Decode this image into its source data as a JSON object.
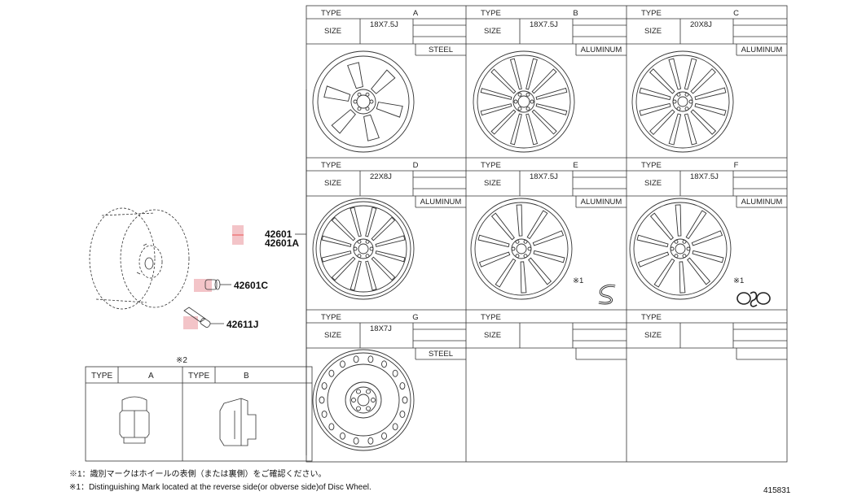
{
  "cells": [
    {
      "type_label": "TYPE",
      "type": "A",
      "size_label": "SIZE",
      "size": "18X7.5J",
      "material": "STEEL",
      "mark": ""
    },
    {
      "type_label": "TYPE",
      "type": "B",
      "size_label": "SIZE",
      "size": "18X7.5J",
      "material": "ALUMINUM",
      "mark": ""
    },
    {
      "type_label": "TYPE",
      "type": "C",
      "size_label": "SIZE",
      "size": "20X8J",
      "material": "ALUMINUM",
      "mark": ""
    },
    {
      "type_label": "TYPE",
      "type": "D",
      "size_label": "SIZE",
      "size": "22X8J",
      "material": "ALUMINUM",
      "mark": ""
    },
    {
      "type_label": "TYPE",
      "type": "E",
      "size_label": "SIZE",
      "size": "18X7.5J",
      "material": "ALUMINUM",
      "mark": "※1"
    },
    {
      "type_label": "TYPE",
      "type": "F",
      "size_label": "SIZE",
      "size": "18X7.5J",
      "material": "ALUMINUM",
      "mark": "※1"
    },
    {
      "type_label": "TYPE",
      "type": "G",
      "size_label": "SIZE",
      "size": "18X7J",
      "material": "STEEL",
      "mark": ""
    },
    {
      "type_label": "TYPE",
      "type": "",
      "size_label": "SIZE",
      "size": "",
      "material": "",
      "mark": ""
    },
    {
      "type_label": "TYPE",
      "type": "",
      "size_label": "SIZE",
      "size": "",
      "material": "",
      "mark": ""
    }
  ],
  "parts": {
    "wheel_part_1": "42601",
    "wheel_part_2": "42601A",
    "hub_nut": "42601C",
    "valve": "42611J"
  },
  "nut_table": {
    "note": "※2",
    "type_label": "TYPE",
    "col_a": "A",
    "col_b": "B"
  },
  "footnotes": {
    "jp": "※1：識別マークはホイールの表側（または裏側）をご確認ください。",
    "en": "※1：Distinguishing Mark located at the reverse side(or obverse side)of Disc Wheel."
  },
  "diagram_id": "415831"
}
